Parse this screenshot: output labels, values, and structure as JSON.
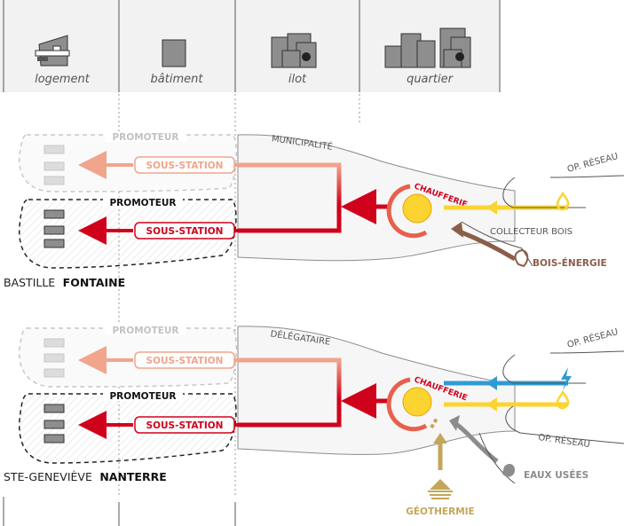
{
  "scales": [
    "logement",
    "bâtiment",
    "ilot",
    "quartier"
  ],
  "sections": [
    {
      "site_prefix": "BASTILLE",
      "site_name": "FONTAINE",
      "promoteur_top": "PROMOTEUR",
      "promoteur_bottom": "PROMOTEUR",
      "operator": "MUNICIPALITÉ",
      "substation_top": "SOUS-STATION",
      "substation_bottom": "SOUS-STATION",
      "plant": "CHAUFFERIE",
      "inputs": [
        "OP. RÉSEAU",
        "COLLECTEUR BOIS"
      ],
      "source_label": "BOIS-ÉNERGIE"
    },
    {
      "site_prefix": "STE-GENEVIÈVE",
      "site_name": "NANTERRE",
      "promoteur_top": "PROMOTEUR",
      "promoteur_bottom": "PROMOTEUR",
      "operator": "DÉLÉGATAIRE",
      "substation_top": "SOUS-STATION",
      "substation_bottom": "SOUS-STATION",
      "plant": "CHAUFFERIE",
      "inputs": [
        "OP. RÉSEAU",
        "OP. RÉSEAU"
      ],
      "source_label_1": "EAUX USÉES",
      "source_label_2": "GÉOTHERMIE"
    }
  ],
  "colors": {
    "red": "#d0021b",
    "salmon": "#f0a58c",
    "yellow": "#fbd431",
    "blue": "#2f9bd5",
    "brown": "#8b5e4a",
    "gray": "#8c8c8c",
    "gold": "#c3a659",
    "header_bg": "#f2f2f2"
  }
}
